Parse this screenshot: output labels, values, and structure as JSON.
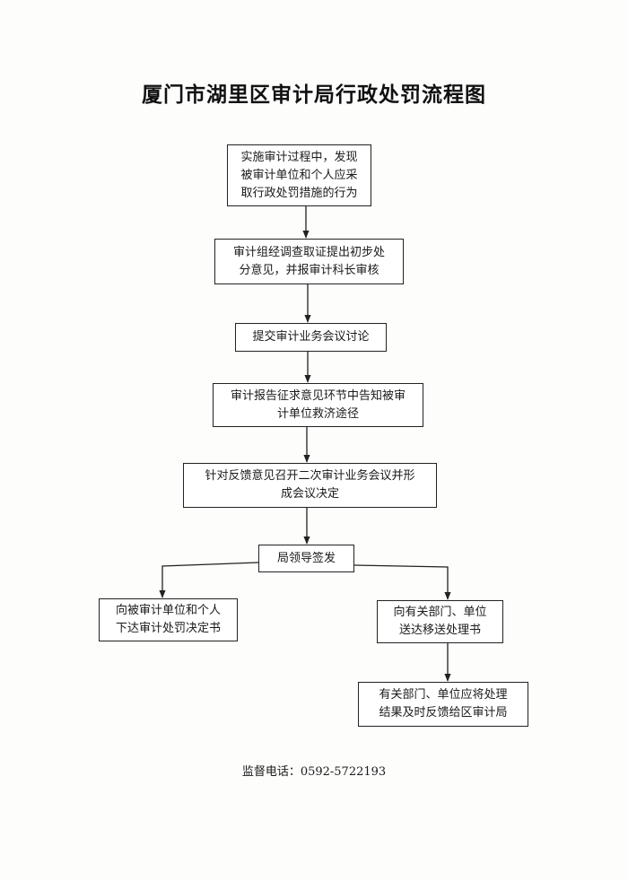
{
  "title": "厦门市湖里区审计局行政处罚流程图",
  "steps": [
    {
      "id": "n1",
      "lines": [
        "实施审计过程中，发现",
        "被审计单位和个人应采",
        "取行政处罚措施的行为"
      ]
    },
    {
      "id": "n2",
      "lines": [
        "审计组经调查取证提出初步处",
        "分意见，并报审计科长审核"
      ]
    },
    {
      "id": "n3",
      "lines": [
        "提交审计业务会议讨论"
      ]
    },
    {
      "id": "n4",
      "lines": [
        "审计报告征求意见环节中告知被审",
        "计单位救济途径"
      ]
    },
    {
      "id": "n5",
      "lines": [
        "针对反馈意见召开二次审计业务会议并形",
        "成会议决定"
      ]
    },
    {
      "id": "n6",
      "lines": [
        "局领导签发"
      ]
    },
    {
      "id": "n7",
      "lines": [
        "向被审计单位和个人",
        "下达审计处罚决定书"
      ]
    },
    {
      "id": "n8",
      "lines": [
        "向有关部门、单位",
        "送达移送处理书"
      ]
    },
    {
      "id": "n9",
      "lines": [
        "有关部门、单位应将处理",
        "结果及时反馈给区审计局"
      ]
    }
  ],
  "edges": [
    {
      "from": "n1",
      "to": "n2"
    },
    {
      "from": "n2",
      "to": "n3"
    },
    {
      "from": "n3",
      "to": "n4"
    },
    {
      "from": "n4",
      "to": "n5"
    },
    {
      "from": "n5",
      "to": "n6"
    },
    {
      "from": "n6",
      "to": "n7"
    },
    {
      "from": "n6",
      "to": "n8"
    },
    {
      "from": "n8",
      "to": "n9"
    }
  ],
  "footer": "监督电话：0592-5722193",
  "colors": {
    "stroke": "#222222",
    "text": "#1a1a1a",
    "background": "#ffffff"
  }
}
